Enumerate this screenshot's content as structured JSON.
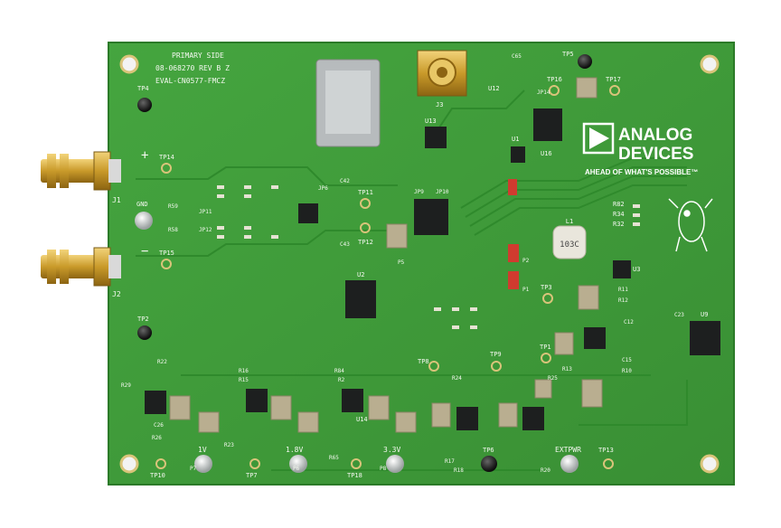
{
  "board": {
    "header": {
      "line1": "PRIMARY SIDE",
      "line2": "08-068270 REV B Z",
      "line3": "EVAL-CN0577-FMCZ"
    },
    "logo": {
      "line1": "ANALOG",
      "line2": "DEVICES",
      "tagline": "AHEAD OF WHAT'S POSSIBLE™"
    },
    "labels": {
      "tp4": "TP4",
      "tp5": "TP5",
      "tp14": "TP14",
      "tp17": "TP17",
      "tp16": "TP16",
      "tp15": "TP15",
      "tp11": "TP11",
      "tp12": "TP12",
      "tp2": "TP2",
      "tp3": "TP3",
      "tp1": "TP1",
      "tp8": "TP8",
      "tp9": "TP9",
      "tp10": "TP10",
      "tp7": "TP7",
      "tp18": "TP18",
      "tp6": "TP6",
      "tp13": "TP13",
      "gnd": "GND",
      "plus": "+",
      "minus": "−",
      "j1": "J1",
      "j2": "J2",
      "j3": "J3",
      "u1": "U1",
      "u2": "U2",
      "u3": "U3",
      "u9": "U9",
      "u12": "U12",
      "u13": "U13",
      "u14": "U14",
      "u16": "U16",
      "v1": "1V",
      "v18": "1.8V",
      "v33": "3.3V",
      "extpwr": "EXTPWR",
      "jp6": "JP6",
      "jp9": "JP9",
      "jp10": "JP10",
      "jp11": "JP11",
      "jp12": "JP12",
      "jp14": "JP14",
      "l1": "L1",
      "ind_val": "103C",
      "r82": "R82",
      "r34": "R34",
      "r32": "R32",
      "r59": "R59",
      "r58": "R58",
      "r22": "R22",
      "r29": "R29",
      "r26": "R26",
      "r16": "R16",
      "r15": "R15",
      "r23": "R23",
      "r84": "R84",
      "r2": "R2",
      "r24": "R24",
      "r25": "R25",
      "r13": "R13",
      "r10": "R10",
      "r11": "R11",
      "r12": "R12",
      "r65": "R65",
      "r17": "R17",
      "r18": "R18",
      "r20": "R20",
      "c23": "C23",
      "c15": "C15",
      "c12": "C12",
      "c26": "C26",
      "c42": "C42",
      "c43": "C43",
      "c65": "C65",
      "p1": "P1",
      "p2": "P2",
      "p5": "P5",
      "p6": "P6",
      "p7": "P7",
      "p8": "P8"
    }
  },
  "colors": {
    "pcb": "#3f9e3a",
    "pcb_dark": "#2f7f2c",
    "silk": "#f4f8f0",
    "gold": "#c99a2a",
    "ic": "#1d1f1f",
    "cap": "#b9ae90",
    "red": "#d03b2f"
  }
}
